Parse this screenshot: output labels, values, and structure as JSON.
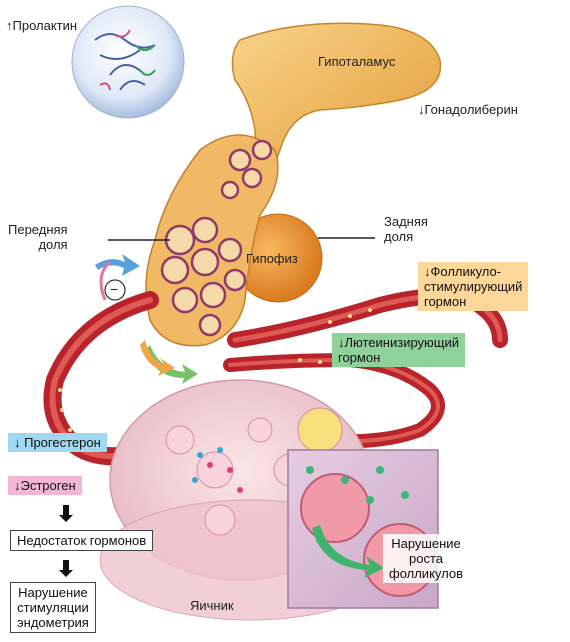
{
  "labels": {
    "prolactin": "↑Пролактин",
    "hypothalamus": "Гипоталамус",
    "gonadoliberin": "↓Гонадолиберин",
    "anterior_lobe": "Передняя\nдоля",
    "posterior_lobe": "Задняя\nдоля",
    "pituitary": "Гипофиз",
    "minus_sign": "−",
    "fsh": "↓Фолликуло-\nстимулирующий\nгормон",
    "lh": "↓Лютеинизирующий\nгормон",
    "progesterone": "↓ Прогестерон",
    "estrogen": "↓Эстроген",
    "hormone_deficit": "Недостаток гормонов",
    "endometrium": "Нарушение\nстимуляции\nэндометрия",
    "ovary": "Яичник",
    "follicle_disorder": "Нарушение\nроста\nфолликулов"
  },
  "colors": {
    "fsh_box": "#fdd79a",
    "lh_box": "#8fd19a",
    "progesterone_box": "#9fd8f0",
    "estrogen_box": "#f3b6d4",
    "hypothalamus": "#f0b04a",
    "vessel": "#b8242a"
  }
}
